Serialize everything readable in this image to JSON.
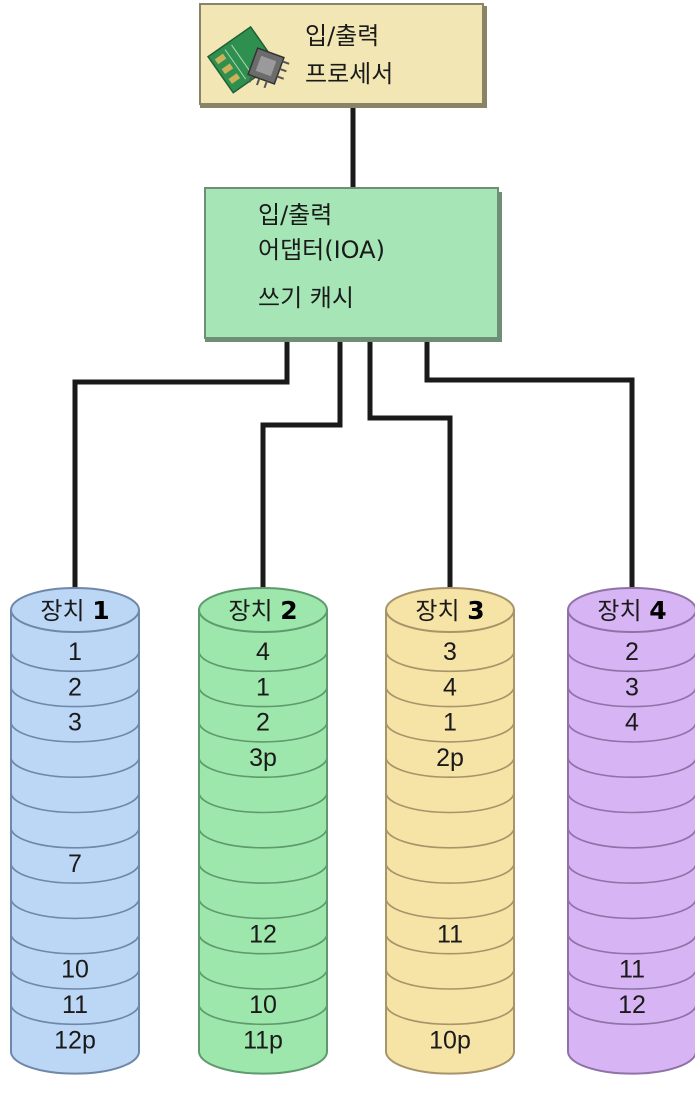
{
  "processor": {
    "line1": "입/출력",
    "line2": "프로세서",
    "icon": "circuit-board-chip-icon"
  },
  "adapter": {
    "line1": "입/출력",
    "line2": "어댑터(IOA)",
    "line3": "쓰기 캐시"
  },
  "devices": [
    {
      "label": "장치",
      "number": "1",
      "color": "#bcd6f6",
      "border": "#6f87a8",
      "blocks": [
        "1",
        "2",
        "3",
        "",
        "",
        "",
        "7",
        "",
        "",
        "10",
        "11",
        "12p"
      ]
    },
    {
      "label": "장치",
      "number": "2",
      "color": "#9de6ac",
      "border": "#5f9a6c",
      "blocks": [
        "4",
        "1",
        "2",
        "3p",
        "",
        "",
        "",
        "",
        "12",
        "",
        "10",
        "11p"
      ]
    },
    {
      "label": "장치",
      "number": "3",
      "color": "#f6e3a6",
      "border": "#a8946a",
      "blocks": [
        "3",
        "4",
        "1",
        "2p",
        "",
        "",
        "",
        "",
        "11",
        "",
        "",
        "10p"
      ]
    },
    {
      "label": "장치",
      "number": "4",
      "color": "#d7b4f3",
      "border": "#8f72a8",
      "blocks": [
        "2",
        "3",
        "4",
        "",
        "",
        "",
        "",
        "",
        "",
        "11",
        "12",
        ""
      ]
    }
  ],
  "colors": {
    "processor_fill": "#f2e7b4",
    "adapter_fill": "#a6e6b6",
    "line": "#1a1a1a"
  }
}
